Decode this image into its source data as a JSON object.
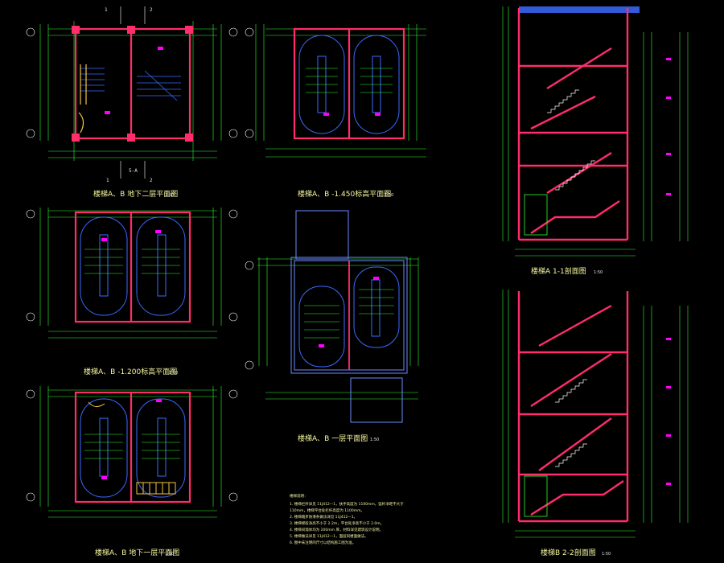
{
  "drawing": {
    "background": "#000000",
    "colors": {
      "wall": "#ff2d6b",
      "stair": "#3a6bff",
      "dimension": "#2cff2c",
      "axis": "#ffffff",
      "text": "#f7f7a0",
      "magenta": "#ff00ff",
      "cyan": "#00ffff"
    },
    "axes": {
      "top_left_1": "1",
      "top_left_2": "2",
      "bottom_1": "1",
      "bottom_2": "2",
      "center_bubble": "5-A"
    },
    "titles": {
      "plan_b2": "楼梯A、B  地下二层平面图",
      "plan_mid_top": "楼梯A、B  -1.450标高平面图",
      "plan_mid_left": "楼梯A、B  -1.200标高平面图",
      "plan_b1": "楼梯A、B  地下一层平面图",
      "plan_first": "楼梯A、B  一层平面图",
      "section_1": "楼梯A  1-1剖面图",
      "section_2": "楼梯B  2-2剖面图"
    },
    "scale": "1:50",
    "notes": {
      "heading": "楼梯说明：",
      "lines": [
        "1. 楼梯栏杆详见 11J412—1，扶手高度为 1100mm，竖杆净距不大于",
        "   110mm，楼梯平台处栏杆高度为 1100mm。",
        "2. 楼梯踏步防滑条做法详见 11J412—1。",
        "3. 楼梯梯段净高不小于 2.2m，平台处净高不小于 2.0m。",
        "4. 楼梯间墙体均为 200mm 厚，材料详见建筑设计说明。",
        "5. 楼梯做法详见 11J412—1，面层同楼面做法。",
        "6. 图中未注明的尺寸以结构施工图为准。"
      ]
    }
  }
}
